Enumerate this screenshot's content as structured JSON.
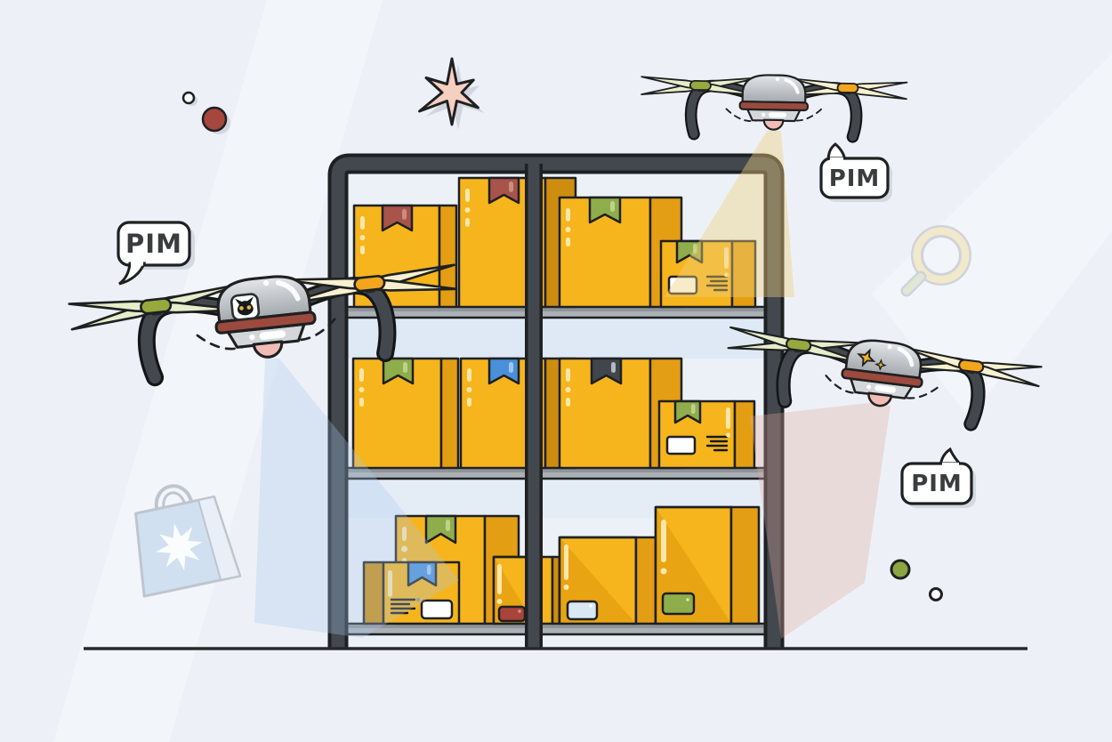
{
  "scene": {
    "description": "Flat illustration of three quadcopter drones scanning warehouse shelf boxes",
    "bubbles": {
      "left": "PIM",
      "top_right": "PIM",
      "mid_right": "PIM"
    },
    "decorations": [
      "starburst",
      "shopping-bag",
      "magnifier",
      "white-dot",
      "red-dot",
      "green-dot"
    ]
  },
  "colors": {
    "background": "#edf1f7",
    "bg_streak": "#f7fafc",
    "outline": "#1e2022",
    "box_yellow": "#f6b51d",
    "box_side": "#e39e13",
    "box_side_dark": "#cd8d0e",
    "box_shade": "#e8a412",
    "box_highlight": "#fbe7ad",
    "ribbon_red": "#a8544a",
    "ribbon_red_light": "#c98d80",
    "ribbon_green": "#8fad4b",
    "ribbon_green_light": "#bdd38a",
    "ribbon_blue": "#4a90d9",
    "ribbon_blue_light": "#9ec7ee",
    "ribbon_dark": "#41464c",
    "ribbon_dark_light": "#b4b9be",
    "label_red": "#a8443a",
    "label_green": "#8fad4b",
    "label_blue": "#d9e6f4",
    "frame_dark": "#43484e",
    "shelf_board": "#abb0b5",
    "shelf_board_edge": "#8f9499",
    "interior": "#ecf1f8",
    "interior_band": "#dce7f5",
    "drone_body_light": "#e2e5e8",
    "drone_body": "#a8acb1",
    "drone_stripe": "#9c4a3e",
    "drone_tray": "#d4d7da",
    "camera_pink": "#f1bcb6",
    "arm_dark": "#43484e",
    "prop_green_blade": "#e7edca",
    "prop_cream_blade": "#f8f1cf",
    "hub_olive": "#97a93c",
    "hub_orange": "#f3a51d",
    "beam_blue": "#a9c6ea",
    "beam_yellow": "#eed07e",
    "beam_pink": "#dfaaa0",
    "dot_red": "#a5473c",
    "dot_green": "#8ba540",
    "star_pink": "#f5cfc0",
    "bag_blue": "#cfdff0",
    "bag_fold": "#e9eff8",
    "bag_outline": "#bdc3cc",
    "mag_ring": "#f3e8c6",
    "mag_outline": "#ccd0d8",
    "mag_handle": "#dfe6d2",
    "ground": "#26282a",
    "bubble_bg": "#ffffff",
    "bubble_text": "#3a3c3e",
    "shadow": "#cbd0d8"
  }
}
